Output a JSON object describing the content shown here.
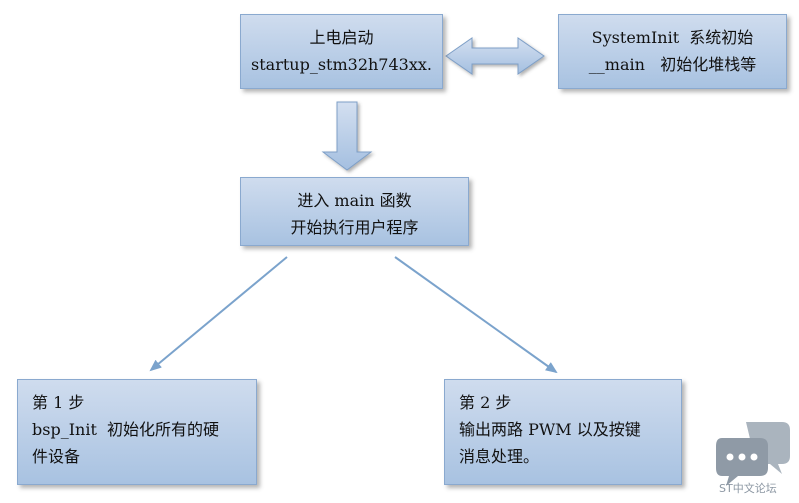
{
  "colors": {
    "box_fill_top": "#cfdcee",
    "box_fill_bottom": "#a8c2e1",
    "box_border": "#8aa9cf",
    "arrow_line": "#7ba3cc",
    "logo": "#9aa6b2"
  },
  "boxes": {
    "startup": {
      "line1": "上电启动",
      "line2": "startup_stm32h743xx."
    },
    "systeminit": {
      "line1": "SystemInit  系统初始",
      "line2": "__main   初始化堆栈等"
    },
    "main": {
      "line1": "进入 main 函数",
      "line2": "开始执行用户程序"
    },
    "step1": {
      "line1": "第 1 步",
      "line2": "bsp_Init  初始化所有的硬",
      "line3": "件设备"
    },
    "step2": {
      "line1": "第 2 步",
      "line2": "输出两路 PWM 以及按键",
      "line3": "消息处理。"
    }
  },
  "logo": {
    "text": "ST中文论坛",
    "icon": "chat-bubbles-icon"
  }
}
